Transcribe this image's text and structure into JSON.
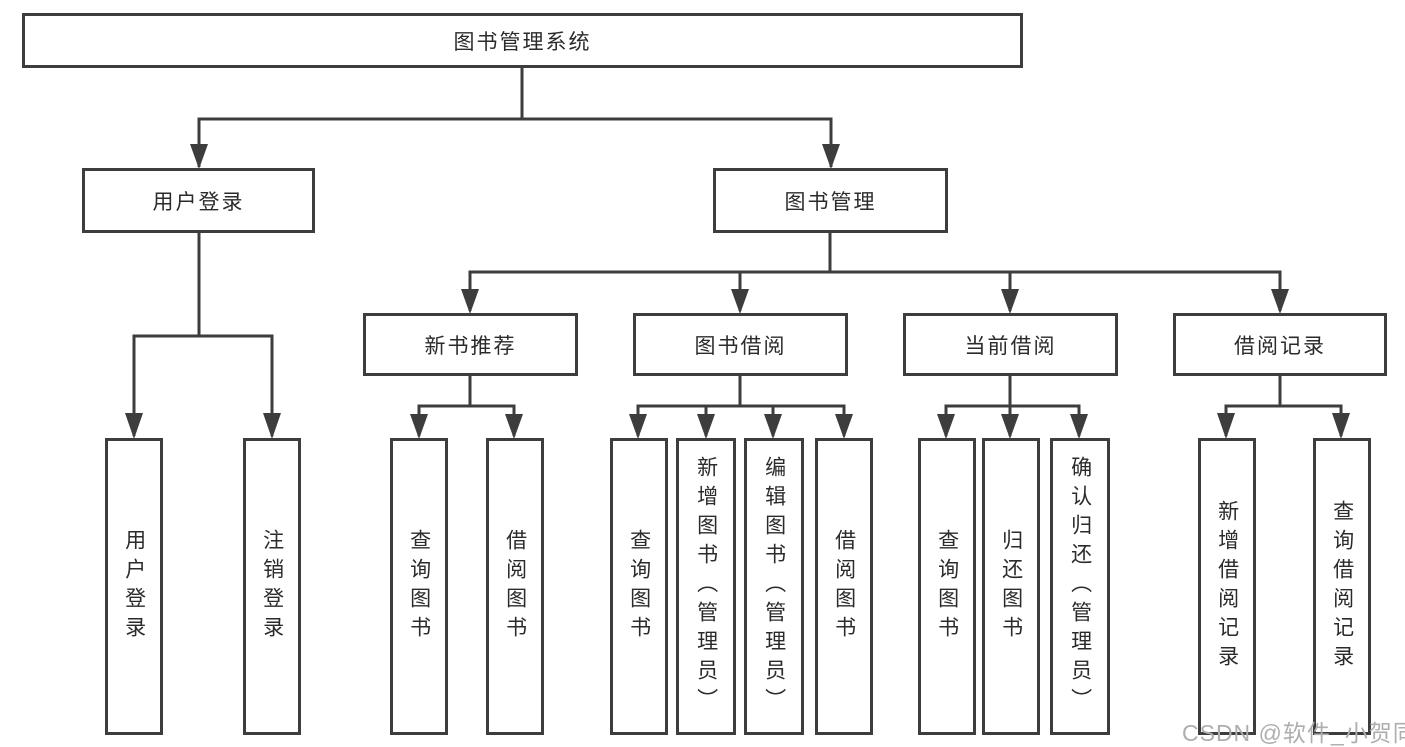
{
  "diagram": {
    "type": "hierarchy-tree",
    "tree": {
      "root": "图书管理系统",
      "children": [
        {
          "label": "用户登录",
          "children": [
            {
              "label": "用户登录"
            },
            {
              "label": "注销登录"
            }
          ]
        },
        {
          "label": "图书管理",
          "children": [
            {
              "label": "新书推荐",
              "children": [
                {
                  "label": "查询图书"
                },
                {
                  "label": "借阅图书"
                }
              ]
            },
            {
              "label": "图书借阅",
              "children": [
                {
                  "label": "查询图书"
                },
                {
                  "label": "新增图书（管理员）"
                },
                {
                  "label": "编辑图书（管理员）"
                },
                {
                  "label": "借阅图书"
                }
              ]
            },
            {
              "label": "当前借阅",
              "children": [
                {
                  "label": "查询图书"
                },
                {
                  "label": "归还图书"
                },
                {
                  "label": "确认归还（管理员）"
                }
              ]
            },
            {
              "label": "借阅记录",
              "children": [
                {
                  "label": "新增借阅记录"
                },
                {
                  "label": "查询借阅记录"
                }
              ]
            }
          ]
        }
      ]
    },
    "colors": {
      "line": "#3d3d3d",
      "box_border": "#3d3d3d",
      "box_fill": "#ffffff",
      "text": "#2b2b2b",
      "background": "#ffffff",
      "watermark": "#aeaeae"
    }
  },
  "watermark": {
    "text": "CSDN @软件_小贺同学"
  }
}
